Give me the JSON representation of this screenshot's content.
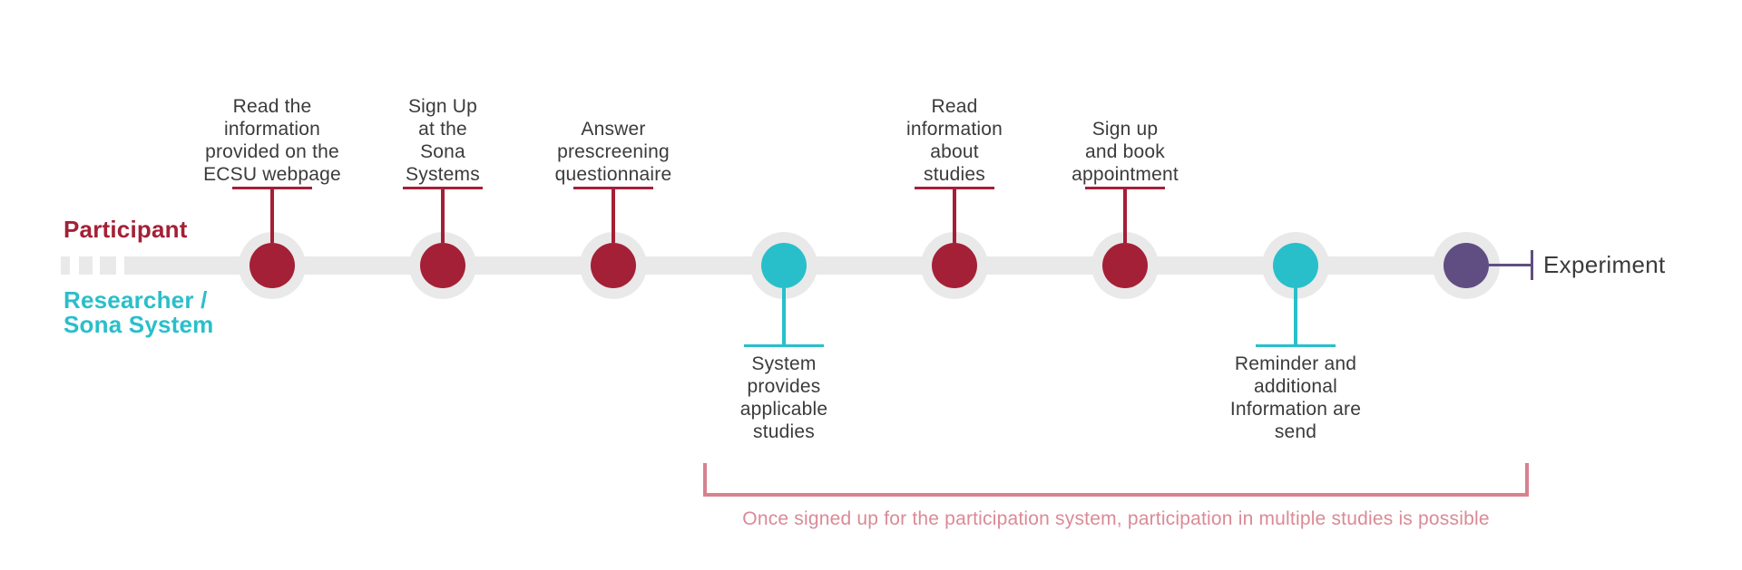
{
  "lanes": {
    "participant": "Participant",
    "researcher_line1": "Researcher /",
    "researcher_line2": "Sona System"
  },
  "nodes": [
    {
      "actor": "participant",
      "position": "above",
      "lines": [
        "Read the",
        "information",
        "provided on the",
        "ECSU webpage"
      ]
    },
    {
      "actor": "participant",
      "position": "above",
      "lines": [
        "Sign Up",
        "at the",
        "Sona",
        "Systems"
      ]
    },
    {
      "actor": "participant",
      "position": "above",
      "lines": [
        "Answer",
        "prescreening",
        "questionnaire"
      ]
    },
    {
      "actor": "researcher",
      "position": "below",
      "lines": [
        "System",
        "provides",
        "applicable",
        "studies"
      ]
    },
    {
      "actor": "participant",
      "position": "above",
      "lines": [
        "Read",
        "information",
        "about",
        "studies"
      ]
    },
    {
      "actor": "participant",
      "position": "above",
      "lines": [
        "Sign up",
        "and book",
        "appointment"
      ]
    },
    {
      "actor": "researcher",
      "position": "below",
      "lines": [
        "Reminder and",
        "additional",
        "Information are",
        "send"
      ]
    },
    {
      "actor": "experiment",
      "position": "end",
      "lines": []
    }
  ],
  "endpoint": {
    "label": "Experiment"
  },
  "bracket": {
    "caption": "Once signed up for the participation system, participation in multiple studies is possible"
  },
  "colors": {
    "participant_accent": "#a42036",
    "researcher_accent": "#29bfca",
    "experiment_accent": "#604e82",
    "bracket_accent": "#d8828f",
    "caption_text": "#da8a97",
    "track": "#e9e9e9",
    "label_text": "#3b3b3b"
  }
}
